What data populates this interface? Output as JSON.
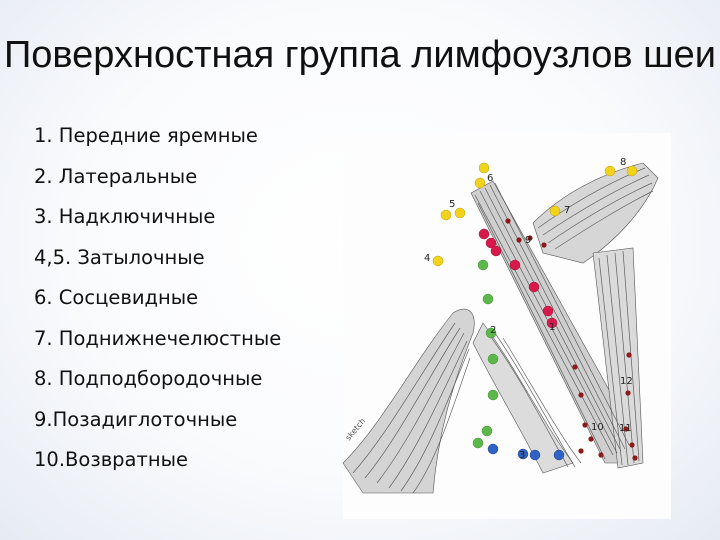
{
  "slide": {
    "title": "Поверхностная группа лимфоузлов шеи",
    "items": [
      "1. Передние яремные",
      "2. Латеральные",
      "3. Надключичные",
      "4,5. Затылочные",
      "6. Сосцевидные",
      "7. Поднижнечелюстные",
      "8. Подподбородочные",
      "9.Позадиглоточные",
      "10.Возвратные"
    ]
  },
  "figure": {
    "labels": [
      "6",
      "5",
      "4",
      "8",
      "7",
      "9",
      "2",
      "1",
      "12",
      "10",
      "11",
      "3"
    ],
    "colors": {
      "yellow_nodes": "#f2d21a",
      "green_nodes": "#5cb84a",
      "red_nodes": "#d81a4a",
      "blue_nodes": "#2f62c4",
      "dark_red_nodes": "#8b1a1a"
    }
  }
}
